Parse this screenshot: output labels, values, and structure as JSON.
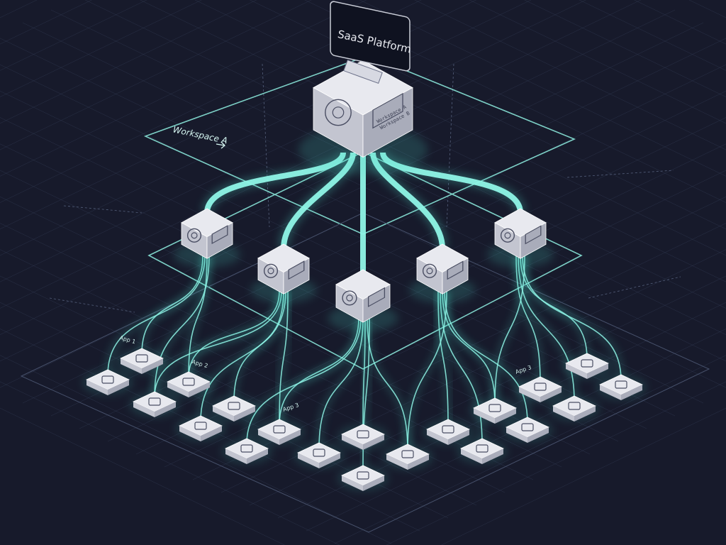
{
  "diagram": {
    "title": "SaaS Platform",
    "workspace_label": "Workspace A",
    "hub_panel_lines": [
      "Workspace A",
      "Workspace B"
    ],
    "app_labels": [
      "App 1",
      "App 2",
      "App 3",
      "App 3"
    ]
  },
  "colors": {
    "background": "#171a2b",
    "connector": "#8ff5e6",
    "connector_glow": "#4fd9c6",
    "node_top": "#e8e9ef",
    "node_left": "#c3c5d0",
    "node_right": "#a9acba",
    "grid": "#3a4560",
    "plane_edge": "#9ff0e4"
  },
  "icons": {
    "hub": [
      "database-icon",
      "server-panel-icon"
    ],
    "workspaces": [
      "archive-icon",
      "gear-icon",
      "cube-icon",
      "window-icon",
      "document-icon"
    ],
    "apps": [
      "settings-icon",
      "chart-icon",
      "mail-icon",
      "folder-icon",
      "list-icon",
      "image-icon",
      "key-icon",
      "grid-icon",
      "calendar-icon",
      "card-icon",
      "code-icon",
      "user-icon",
      "phone-icon"
    ]
  }
}
